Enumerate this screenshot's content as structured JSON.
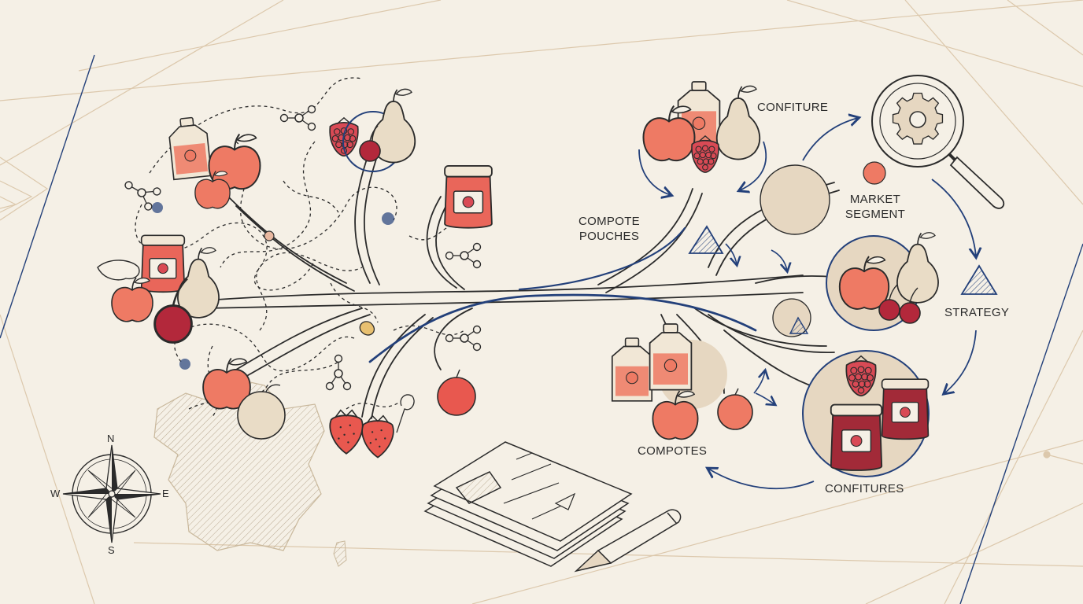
{
  "labels": {
    "confiture": "CONFITURE",
    "compote_pouches_line1": "COMPOTE",
    "compote_pouches_line2": "POUCHES",
    "market_segment_line1": "MARKET",
    "market_segment_line2": "SEGMENT",
    "strategy": "STRATEGY",
    "compotes": "COMPOTES",
    "confitures": "CONFITURES"
  },
  "compass": {
    "north": "N",
    "east": "E",
    "south": "S",
    "west": "W"
  },
  "colors": {
    "background": "#f5f0e6",
    "ink": "#2b2b2b",
    "accent_navy": "#23407a",
    "fruit_red": "#e8735f",
    "cherry_red": "#a8283a",
    "pear_beige": "#e7d9c2",
    "circle_tan": "#e6d7c1",
    "grid_line": "#d8c4a8"
  },
  "icons": [
    "gear-icon",
    "magnifier-icon",
    "compass-icon",
    "fountain-pen-icon",
    "document-stack-icon",
    "jam-jar-icon",
    "pouch-icon",
    "apple-icon",
    "pear-icon",
    "raspberry-icon",
    "strawberry-icon",
    "cherry-icon",
    "molecule-icon",
    "triangle-icon"
  ]
}
